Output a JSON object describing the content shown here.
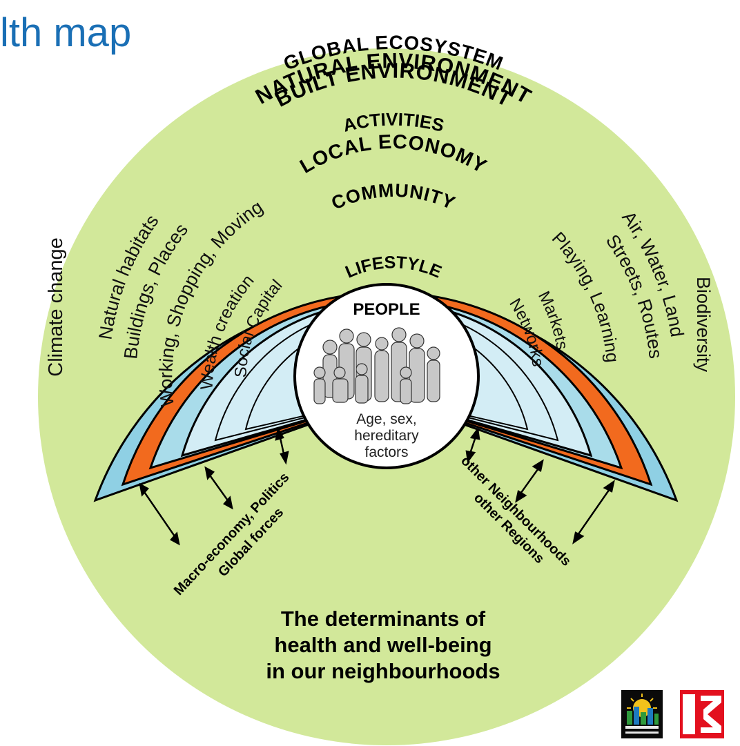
{
  "title": "lth map",
  "rings": {
    "outer": "GLOBAL ECOSYSTEM",
    "natural": "NATURAL ENVIRONMENT",
    "built": "BUILT ENVIRONMENT",
    "activities": "ACTIVITIES",
    "local_economy": "LOCAL ECONOMY",
    "community": "COMMUNITY",
    "lifestyle": "LIFESTYLE",
    "people": "PEOPLE"
  },
  "side_labels": {
    "left_outer": "Climate change",
    "right_outer": "Biodiversity",
    "natural_left": "Natural habitats",
    "natural_right": "Air, Water, Land",
    "built_left": "Buildings, Places",
    "built_right": "Streets, Routes",
    "activities_left": "Working, Shopping, Moving",
    "activities_right": "Playing, Learning",
    "economy_left": "Wealth creation",
    "economy_right": "Markets",
    "community_left": "Social Capital",
    "community_right": "Networks"
  },
  "people_factors": [
    "Age, sex,",
    "hereditary",
    "factors"
  ],
  "forces_left": [
    "Macro-economy, Politics",
    "Global forces"
  ],
  "forces_right": [
    "other Neighbourhoods",
    "other Regions"
  ],
  "footer": [
    "The determinants of",
    "health and well-being",
    "in our neighbourhoods"
  ],
  "colors": {
    "ecosystem": "#d2e89a",
    "natural": "#8fd0e4",
    "built": "#f26a1e",
    "activities": "#a9dcea",
    "inner": "#d3edf5",
    "title": "#1a6fb5"
  }
}
